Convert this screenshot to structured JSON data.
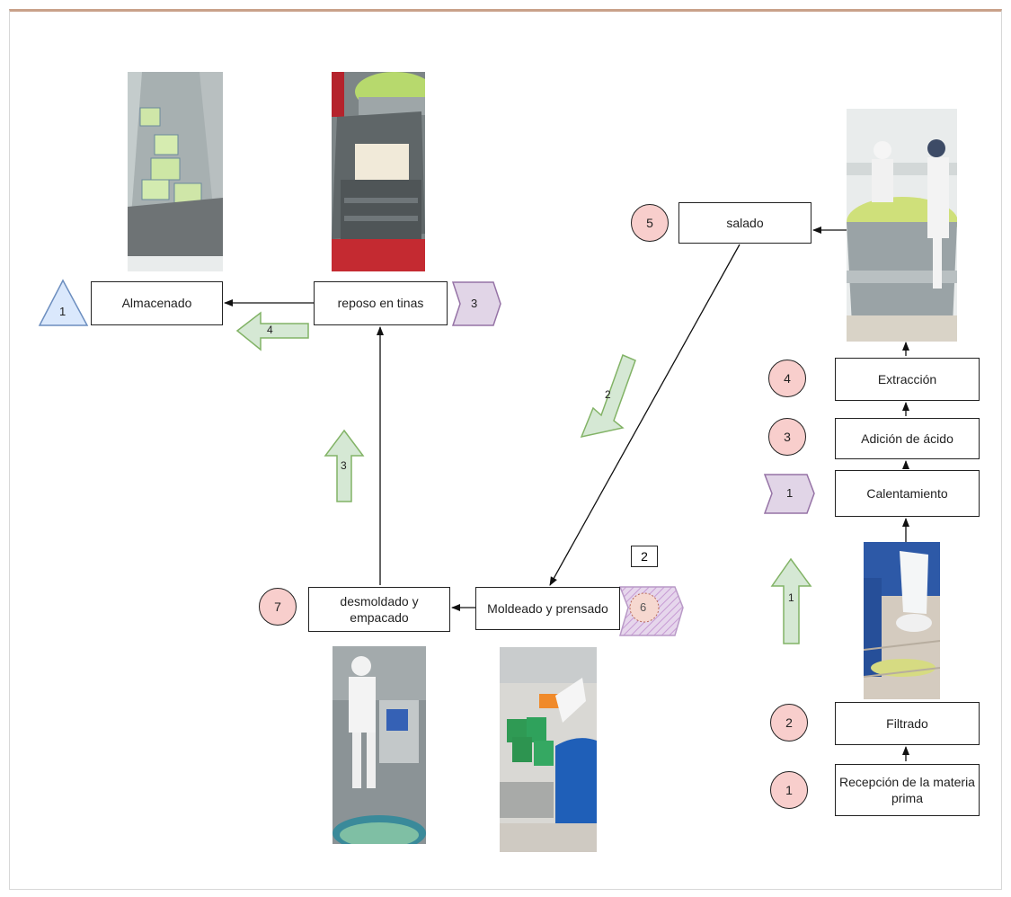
{
  "steps": {
    "recepcion": "Recepción de la materia prima",
    "filtrado": "Filtrado",
    "calentamiento": "Calentamiento",
    "adicion": "Adición de ácido",
    "extraccion": "Extracción",
    "salado": "salado",
    "moldeado": "Moldeado y prensado",
    "desmoldado": "desmoldado y empacado",
    "reposo": "reposo en tinas",
    "almacenado": "Almacenado"
  },
  "operation_markers": {
    "recepcion": "1",
    "filtrado": "2",
    "adicion": "3",
    "extraccion": "4",
    "salado": "5",
    "moldeado": "6",
    "desmoldado": "7"
  },
  "delay_markers": {
    "calentamiento": "1",
    "reposo": "3"
  },
  "storage_marker": "1",
  "inspection_marker": "2",
  "transport_markers": {
    "t1": "1",
    "t2": "2",
    "t3": "3",
    "t4": "4"
  },
  "colors": {
    "operation_fill": "#f8cecc",
    "delay_fill": "#e1d5e7",
    "storage_fill": "#dae8fc",
    "transport_fill": "#d5e8d4",
    "transport_stroke": "#82b366"
  }
}
